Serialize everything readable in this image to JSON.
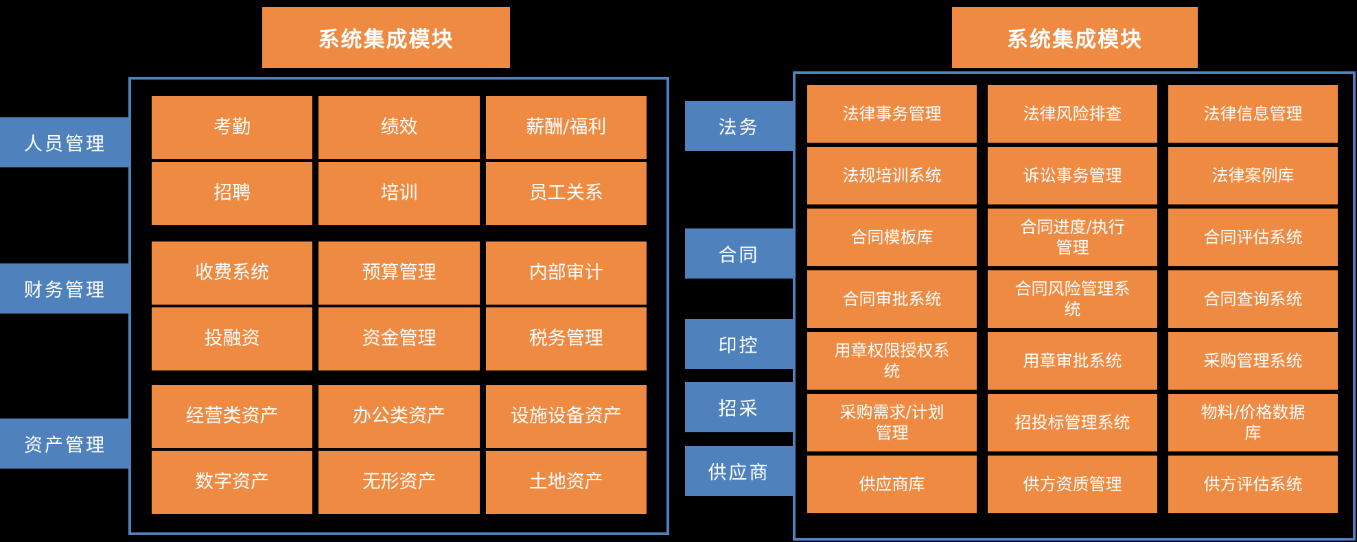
{
  "colors": {
    "background": "#000000",
    "module_orange": "#EF8A42",
    "category_blue": "#4F81BD",
    "border_blue": "#4F81BD",
    "text_white": "#FFFFFF"
  },
  "left_panel": {
    "title": "系统集成模块",
    "categories": [
      {
        "label": "人员管理"
      },
      {
        "label": "财务管理"
      },
      {
        "label": "资产管理"
      }
    ],
    "groups": [
      {
        "category": "人员管理",
        "cells": [
          "考勤",
          "绩效",
          "薪酬/福利",
          "招聘",
          "培训",
          "员工关系"
        ]
      },
      {
        "category": "财务管理",
        "cells": [
          "收费系统",
          "预算管理",
          "内部审计",
          "投融资",
          "资金管理",
          "税务管理"
        ]
      },
      {
        "category": "资产管理",
        "cells": [
          "经营类资产",
          "办公类资产",
          "设施设备资产",
          "数字资产",
          "无形资产",
          "土地资产"
        ]
      }
    ]
  },
  "right_panel": {
    "title": "系统集成模块",
    "categories": [
      {
        "label": "法务"
      },
      {
        "label": "合同"
      },
      {
        "label": "印控"
      },
      {
        "label": "招采"
      },
      {
        "label": "供应商"
      }
    ],
    "cells": [
      "法律事务管理",
      "法律风险排查",
      "法律信息管理",
      "法规培训系统",
      "诉讼事务管理",
      "法律案例库",
      "合同模板库",
      "合同进度/执行\n管理",
      "合同评估系统",
      "合同审批系统",
      "合同风险管理系\n统",
      "合同查询系统",
      "用章权限授权系\n统",
      "用章审批系统",
      "采购管理系统",
      "采购需求/计划\n管理",
      "招投标管理系统",
      "物料/价格数据\n库",
      "供应商库",
      "供方资质管理",
      "供方评估系统"
    ]
  }
}
